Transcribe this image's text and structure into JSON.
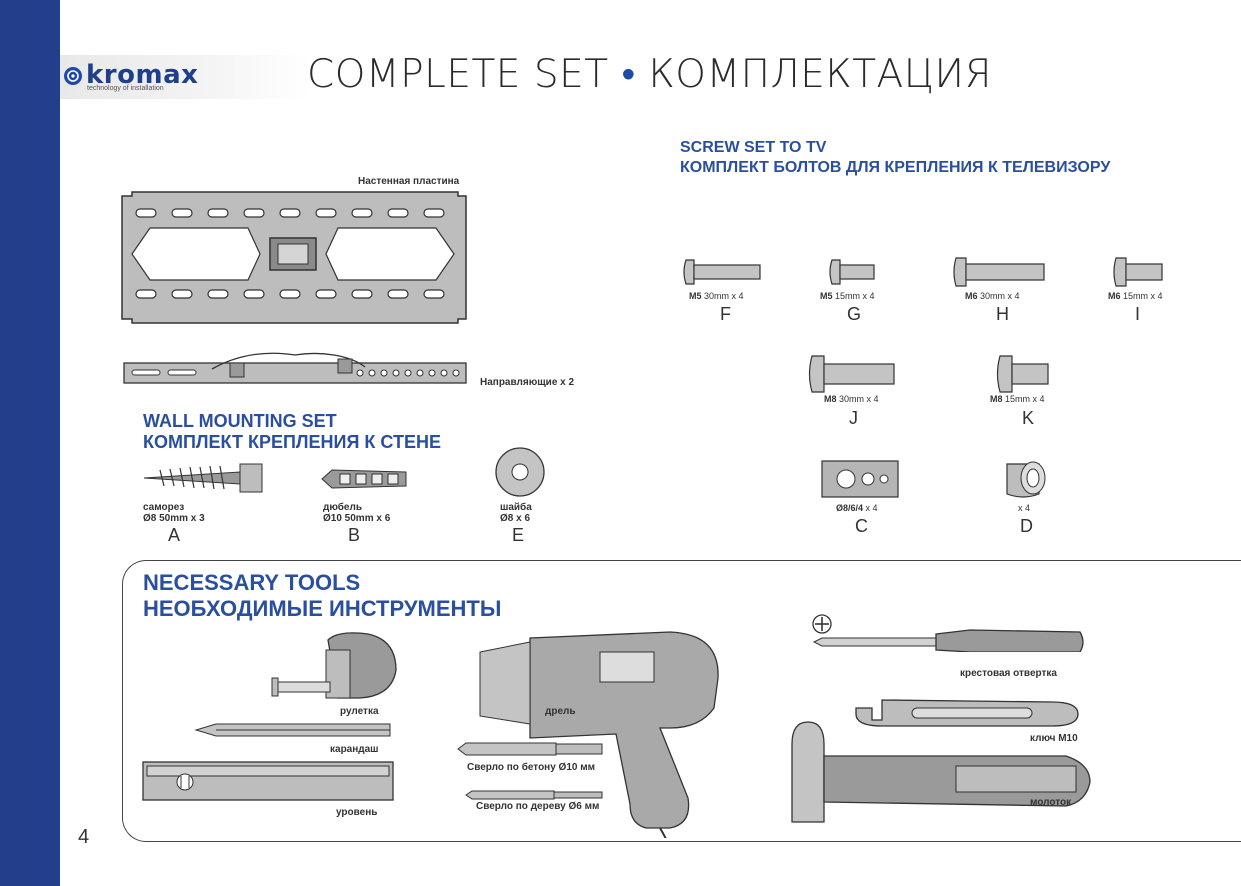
{
  "header": {
    "logo_text": "kromax",
    "logo_tagline": "technology of installation",
    "title_en": "COMPLETE SET",
    "title_ru": "КОМПЛЕКТАЦИЯ",
    "bullet": "•"
  },
  "page_number": "4",
  "wall_plate": {
    "label": "Настенная пластина"
  },
  "rails": {
    "label": "Направляющие  х 2"
  },
  "wall_set": {
    "title_en": "WALL MOUNTING SET",
    "title_ru": "КОМПЛЕКТ КРЕПЛЕНИЯ К СТЕНЕ",
    "items": [
      {
        "name": "саморез",
        "spec": "Ø8 50mm х 3",
        "letter": "A"
      },
      {
        "name": "дюбель",
        "spec": "Ø10 50mm х 6",
        "letter": "B"
      },
      {
        "name": "шайба",
        "spec": "Ø8 х 6",
        "letter": "E"
      }
    ]
  },
  "screw_set": {
    "title_en": "SCREW SET TO TV",
    "title_ru": "КОМПЛЕКТ БОЛТОВ ДЛЯ КРЕПЛЕНИЯ К ТЕЛЕВИЗОРУ",
    "items": [
      {
        "size": "M5",
        "spec": "30mm x 4",
        "letter": "F"
      },
      {
        "size": "M5",
        "spec": "15mm x 4",
        "letter": "G"
      },
      {
        "size": "M6",
        "spec": "30mm x 4",
        "letter": "H"
      },
      {
        "size": "M6",
        "spec": "15mm x 4",
        "letter": "I"
      },
      {
        "size": "M8",
        "spec": "30mm x 4",
        "letter": "J"
      },
      {
        "size": "M8",
        "spec": "15mm x 4",
        "letter": "K"
      },
      {
        "size": "Ø8/6/4",
        "spec": "x 4",
        "letter": "C"
      },
      {
        "size": "",
        "spec": "x 4",
        "letter": "D"
      }
    ]
  },
  "tools": {
    "title_en": "NECESSARY TOOLS",
    "title_ru": "НЕОБХОДИМЫЕ ИНСТРУМЕНТЫ",
    "labels": {
      "tape": "рулетка",
      "pencil": "карандаш",
      "level": "уровень",
      "drill": "дрель",
      "bit_concrete": "Сверло по бетону Ø10 мм",
      "bit_wood": "Сверло по дереву Ø6 мм",
      "screwdriver": "крестовая отвертка",
      "wrench": "ключ М10",
      "hammer": "молоток"
    }
  },
  "colors": {
    "brand_blue": "#233f8c",
    "title_blue": "#2a4f9e"
  }
}
